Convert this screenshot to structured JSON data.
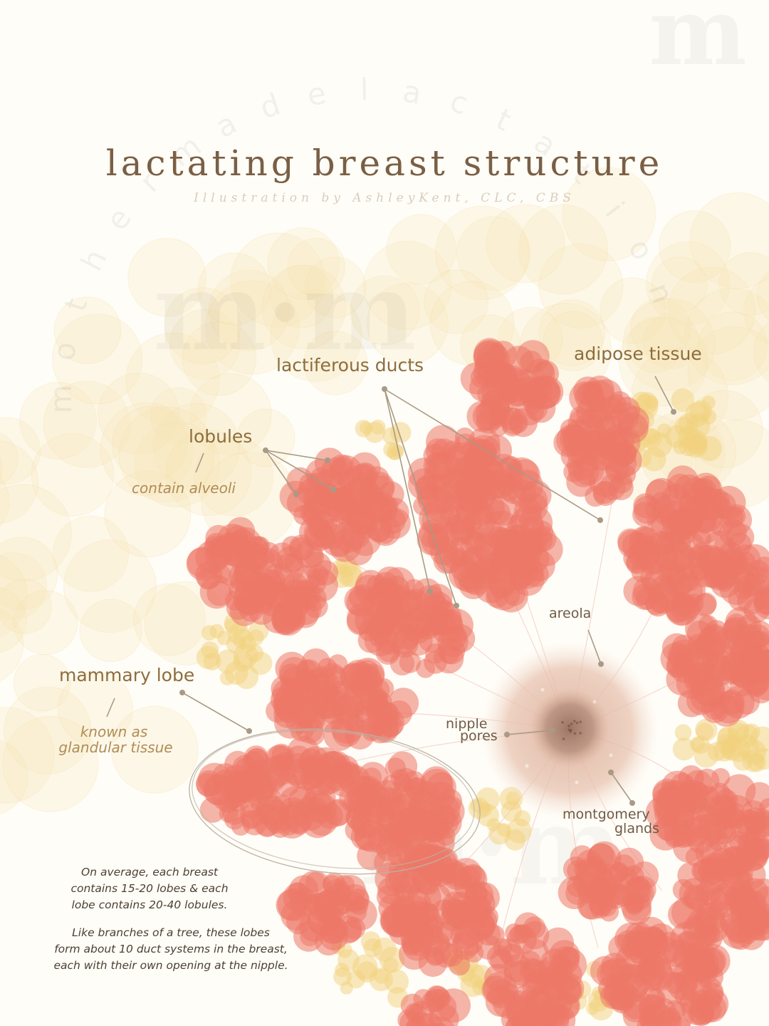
{
  "title": "lactating breast structure",
  "credit": "Illustration by AshleyKent, CLC, CBS",
  "watermark": {
    "mark": "m·m",
    "arc_text": "mothermadelactation"
  },
  "labels": {
    "lactiferous_ducts": "lactiferous ducts",
    "adipose_tissue": "adipose tissue",
    "lobules": "lobules",
    "lobules_sub": "contain alveoli",
    "areola": "areola",
    "mammary_lobe": "mammary lobe",
    "mammary_lobe_sub_1": "known as",
    "mammary_lobe_sub_2": "glandular tissue",
    "nipple_pores_1": "nipple",
    "nipple_pores_2": "pores",
    "montgomery_glands_1": "montgomery",
    "montgomery_glands_2": "glands"
  },
  "notes": {
    "para1_line1": "On average, each breast",
    "para1_line2": "contains 15-20 lobes & each",
    "para1_line3": "lobe contains 20-40 lobules.",
    "para2_line1": "Like branches of a tree, these lobes",
    "para2_line2": "form about 10 duct systems in the breast,",
    "para2_line3": "each with their own opening at the nipple."
  },
  "colors": {
    "lobule": "#ec7868",
    "fat": "#f1d27e",
    "fat_light": "#f6e3b0",
    "label": "#8d6d3e",
    "leader": "#a89a86",
    "areola": "#e0b6a1",
    "nipple": "#a98272",
    "background": "#fffdf7"
  }
}
